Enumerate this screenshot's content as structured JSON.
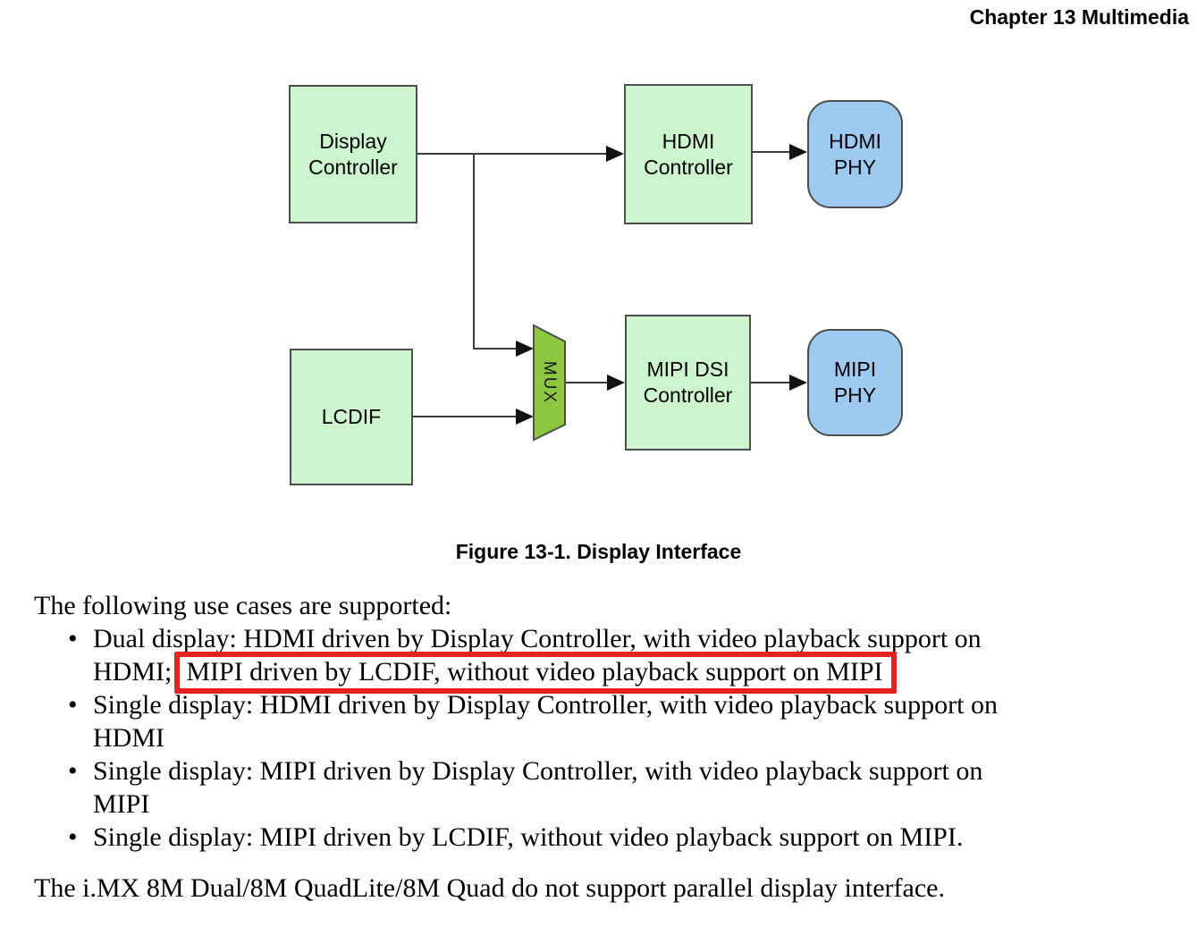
{
  "page": {
    "header": "Chapter 13 Multimedia",
    "caption": "Figure 13-1. Display Interface"
  },
  "diagram": {
    "nodes": {
      "display_controller": "Display Controller",
      "hdmi_controller": "HDMI Controller",
      "hdmi_phy": "HDMI PHY",
      "lcdif": "LCDIF",
      "mux": "MUX",
      "mipi_dsi_controller": "MIPI DSI Controller",
      "mipi_phy": "MIPI PHY"
    },
    "colors": {
      "controller_fill": "#cdf5cd",
      "phy_fill": "#9ecaf2",
      "mux_fill": "#8dc63f",
      "line": "#3c3c3c"
    }
  },
  "content": {
    "bullet_char": "•",
    "intro": "The following use cases are supported:",
    "bullets": [
      {
        "line1": "Dual display: HDMI driven by Display Controller, with video playback support on",
        "line2_prefix": "HDMI;",
        "line2_highlight": "MIPI driven by LCDIF, without video playback support on MIPI"
      },
      {
        "line1": "Single display: HDMI driven by Display Controller, with video playback support on",
        "line2": "HDMI"
      },
      {
        "line1": "Single display: MIPI driven by Display Controller, with video playback support on",
        "line2": "MIPI"
      },
      {
        "line1": "Single display: MIPI driven by LCDIF, without video playback support on MIPI."
      }
    ],
    "closing": "The i.MX 8M Dual/8M QuadLite/8M Quad do not support parallel display interface."
  },
  "annotation": {
    "highlight_color": "#e32221"
  }
}
